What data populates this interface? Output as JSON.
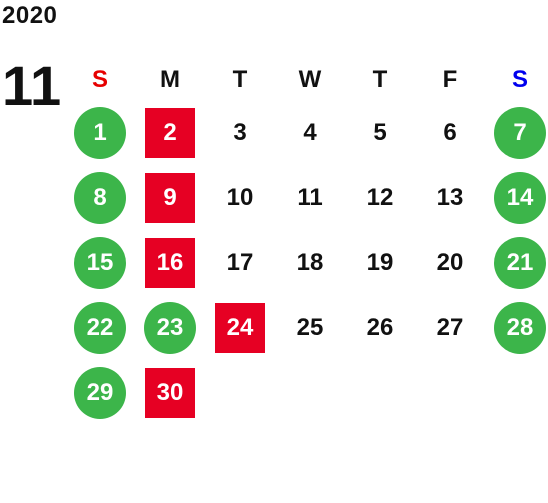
{
  "calendar": {
    "year": "2020",
    "month": "11",
    "weekdays": [
      "S",
      "M",
      "T",
      "W",
      "T",
      "F",
      "S"
    ],
    "weeks": [
      [
        {
          "d": "1",
          "s": "green"
        },
        {
          "d": "2",
          "s": "red"
        },
        {
          "d": "3",
          "s": "plain"
        },
        {
          "d": "4",
          "s": "plain"
        },
        {
          "d": "5",
          "s": "plain"
        },
        {
          "d": "6",
          "s": "plain"
        },
        {
          "d": "7",
          "s": "green"
        }
      ],
      [
        {
          "d": "8",
          "s": "green"
        },
        {
          "d": "9",
          "s": "red"
        },
        {
          "d": "10",
          "s": "plain"
        },
        {
          "d": "11",
          "s": "plain"
        },
        {
          "d": "12",
          "s": "plain"
        },
        {
          "d": "13",
          "s": "plain"
        },
        {
          "d": "14",
          "s": "green"
        }
      ],
      [
        {
          "d": "15",
          "s": "green"
        },
        {
          "d": "16",
          "s": "red"
        },
        {
          "d": "17",
          "s": "plain"
        },
        {
          "d": "18",
          "s": "plain"
        },
        {
          "d": "19",
          "s": "plain"
        },
        {
          "d": "20",
          "s": "plain"
        },
        {
          "d": "21",
          "s": "green"
        }
      ],
      [
        {
          "d": "22",
          "s": "green"
        },
        {
          "d": "23",
          "s": "green"
        },
        {
          "d": "24",
          "s": "red"
        },
        {
          "d": "25",
          "s": "plain"
        },
        {
          "d": "26",
          "s": "plain"
        },
        {
          "d": "27",
          "s": "plain"
        },
        {
          "d": "28",
          "s": "green"
        }
      ],
      [
        {
          "d": "29",
          "s": "green"
        },
        {
          "d": "30",
          "s": "red"
        },
        {
          "d": "",
          "s": "empty"
        },
        {
          "d": "",
          "s": "empty"
        },
        {
          "d": "",
          "s": "empty"
        },
        {
          "d": "",
          "s": "empty"
        },
        {
          "d": "",
          "s": "empty"
        }
      ]
    ]
  },
  "colors": {
    "green": "#3cb54a",
    "red": "#e60023",
    "sunday_header": "#e60000",
    "saturday_header": "#0000ee"
  }
}
